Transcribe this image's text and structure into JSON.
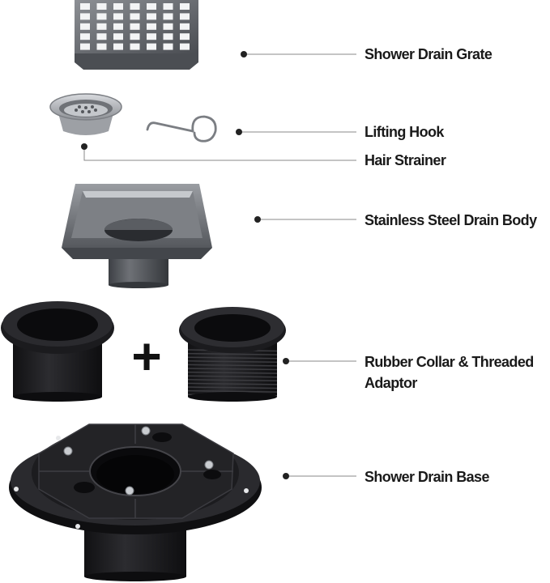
{
  "labels": {
    "grate": "Shower Drain Grate",
    "hook": "Lifting Hook",
    "strainer": "Hair Strainer",
    "body": "Stainless Steel Drain Body",
    "collar_line1": "Rubber Collar & Threaded",
    "collar_line2": "Adaptor",
    "base": "Shower Drain Base"
  },
  "plus_symbol": "+",
  "colors": {
    "text": "#1a1a1a",
    "leader": "#8a8a8a",
    "dot": "#222222",
    "steel_dark": "#5e6166",
    "steel_light": "#b9bcc0",
    "black_part": "#1c1c1e"
  }
}
